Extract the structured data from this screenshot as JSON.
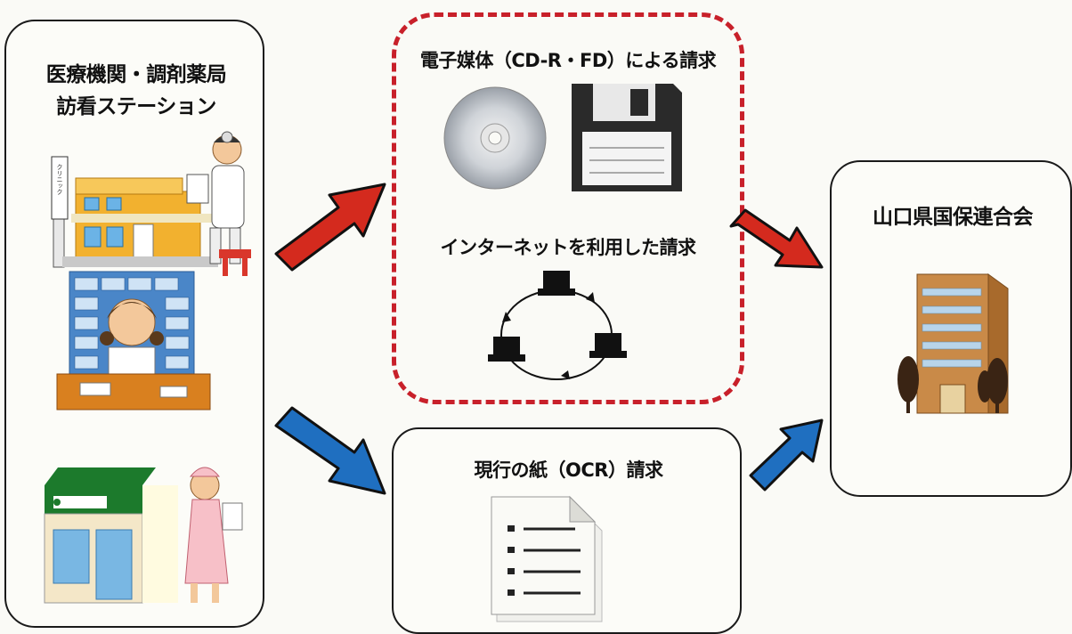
{
  "left_box": {
    "title_line1": "医療機関・調剤薬局",
    "title_line2": "訪看ステーション",
    "clinic_sign": "クリニック"
  },
  "electronic_box": {
    "title": "電子媒体（CD-R・FD）による請求",
    "internet_label": "インターネットを利用した請求"
  },
  "paper_box": {
    "title": "現行の紙（OCR）請求"
  },
  "right_box": {
    "title": "山口県国保連合会"
  },
  "colors": {
    "red_arrow": "#d42a1e",
    "blue_arrow": "#1f6fc0",
    "dashed_border": "#c8202a"
  }
}
